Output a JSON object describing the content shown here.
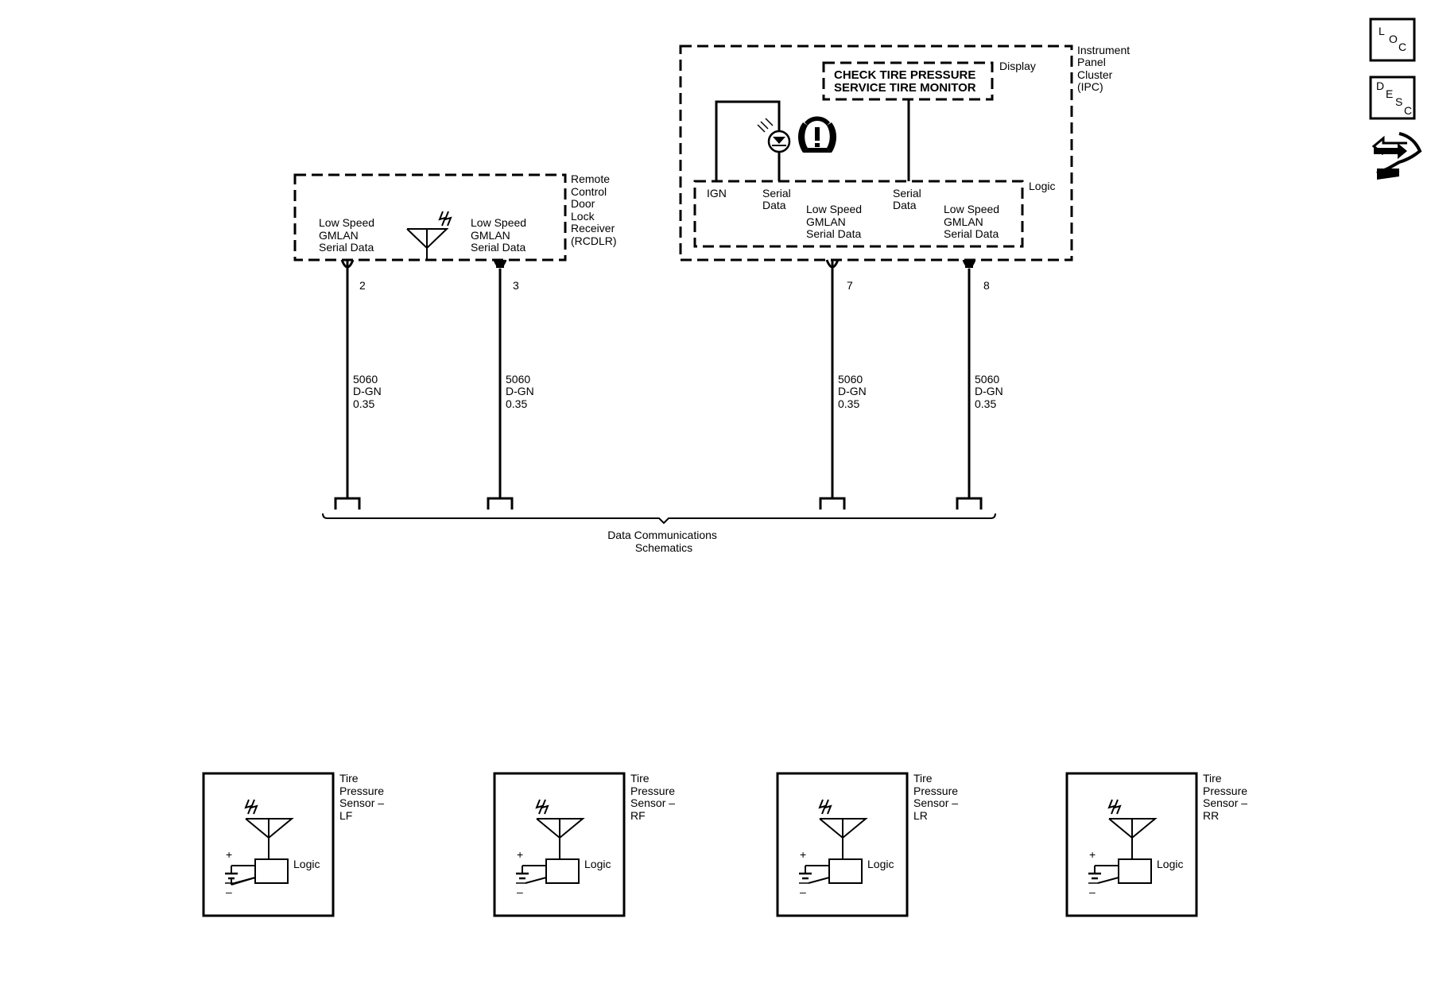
{
  "rcdlr": {
    "name_lines": [
      "Remote",
      "Control",
      "Door",
      "Lock",
      "Receiver",
      "(RCDLR)"
    ],
    "left_circuit": [
      "Low Speed",
      "GMLAN",
      "Serial Data"
    ],
    "right_circuit": [
      "Low Speed",
      "GMLAN",
      "Serial Data"
    ],
    "pin_left": "2",
    "pin_right": "3"
  },
  "ipc": {
    "name_lines": [
      "Instrument",
      "Panel",
      "Cluster",
      "(IPC)"
    ],
    "display_label": "Display",
    "display_lines": [
      "CHECK TIRE PRESSURE",
      "SERVICE TIRE MONITOR"
    ],
    "logic_label": "Logic",
    "ign_label": "IGN",
    "serial_left": [
      "Serial",
      "Data"
    ],
    "serial_right": [
      "Serial",
      "Data"
    ],
    "gmlan_left": [
      "Low Speed",
      "GMLAN",
      "Serial Data"
    ],
    "gmlan_right": [
      "Low Speed",
      "GMLAN",
      "Serial Data"
    ],
    "pin_left": "7",
    "pin_right": "8"
  },
  "wires": [
    {
      "circuit": "5060",
      "color": "D-GN",
      "size": "0.35"
    },
    {
      "circuit": "5060",
      "color": "D-GN",
      "size": "0.35"
    },
    {
      "circuit": "5060",
      "color": "D-GN",
      "size": "0.35"
    },
    {
      "circuit": "5060",
      "color": "D-GN",
      "size": "0.35"
    }
  ],
  "bus_reference": [
    "Data Communications",
    "Schematics"
  ],
  "sensors": [
    {
      "name_lines": [
        "Tire",
        "Pressure",
        "Sensor –",
        "LF"
      ],
      "logic_label": "Logic",
      "plus": "+",
      "minus": "–"
    },
    {
      "name_lines": [
        "Tire",
        "Pressure",
        "Sensor –",
        "RF"
      ],
      "logic_label": "Logic",
      "plus": "+",
      "minus": "–"
    },
    {
      "name_lines": [
        "Tire",
        "Pressure",
        "Sensor –",
        "LR"
      ],
      "logic_label": "Logic",
      "plus": "+",
      "minus": "–"
    },
    {
      "name_lines": [
        "Tire",
        "Pressure",
        "Sensor –",
        "RR"
      ],
      "logic_label": "Logic",
      "plus": "+",
      "minus": "–"
    }
  ],
  "side_icons": {
    "loc": {
      "a": "L",
      "b": "O",
      "c": "C",
      "icon": "loc-icon"
    },
    "desc": {
      "a": "D",
      "b": "E",
      "c": "S",
      "d": "C",
      "icon": "desc-icon"
    },
    "connector_icon": "connector-icon"
  }
}
